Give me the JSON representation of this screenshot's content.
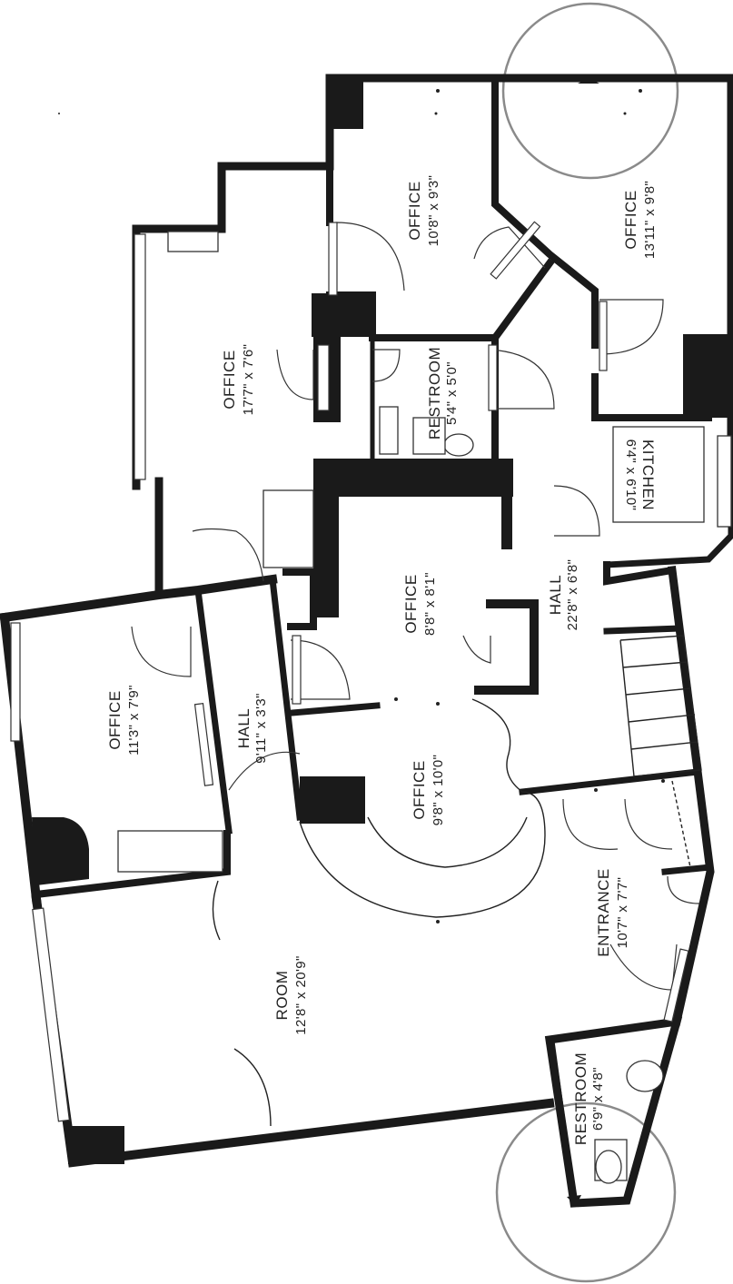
{
  "floorplan": {
    "rooms": [
      {
        "id": "office-top-left",
        "name": "OFFICE",
        "size": "17'7\" x 7'6\""
      },
      {
        "id": "office-top-mid",
        "name": "OFFICE",
        "size": "10'8\" x 9'3\""
      },
      {
        "id": "office-top-right",
        "name": "OFFICE",
        "size": "13'11\" x 9'8\""
      },
      {
        "id": "restroom-top",
        "name": "RESTROOM",
        "size": "5'4\" x 5'0\""
      },
      {
        "id": "kitchen",
        "name": "KITCHEN",
        "size": "6'4\" x 6'10\""
      },
      {
        "id": "office-center",
        "name": "OFFICE",
        "size": "8'8\" x 8'1\""
      },
      {
        "id": "hall-right",
        "name": "HALL",
        "size": "22'8\" x 6'8\""
      },
      {
        "id": "office-left",
        "name": "OFFICE",
        "size": "11'3\" x 7'9\""
      },
      {
        "id": "hall-left",
        "name": "HALL",
        "size": "9'11\" x 3'3\""
      },
      {
        "id": "office-lower-center",
        "name": "OFFICE",
        "size": "9'8\" x 10'0\""
      },
      {
        "id": "entrance",
        "name": "ENTRANCE",
        "size": "10'7\" x 7'7\""
      },
      {
        "id": "room",
        "name": "ROOM",
        "size": "12'8\" x 20'9\""
      },
      {
        "id": "restroom-bottom",
        "name": "RESTROOM",
        "size": "6'9\" x 4'8\""
      }
    ]
  }
}
